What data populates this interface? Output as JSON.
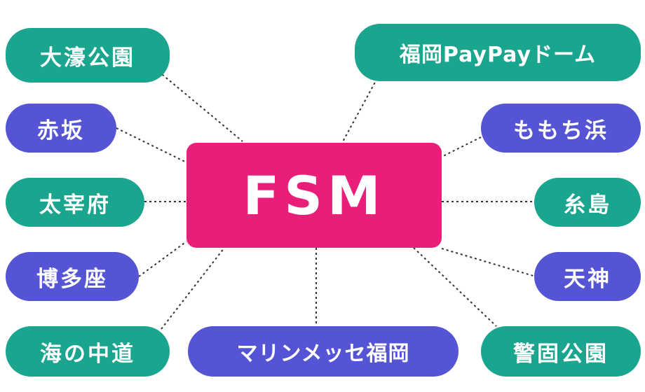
{
  "colors": {
    "center": "#e91e78",
    "teal": "#1aa58e",
    "purple": "#5454d4",
    "line": "#333333"
  },
  "center": {
    "label": "FSM"
  },
  "nodes": [
    {
      "id": "node-ohori-park",
      "label": "大濠公園",
      "color": "teal"
    },
    {
      "id": "node-akasaka",
      "label": "赤坂",
      "color": "purple"
    },
    {
      "id": "node-dazaifu",
      "label": "太宰府",
      "color": "teal"
    },
    {
      "id": "node-hakataza",
      "label": "博多座",
      "color": "purple"
    },
    {
      "id": "node-uminonakamichi",
      "label": "海の中道",
      "color": "teal"
    },
    {
      "id": "node-marine-messe",
      "label": "マリンメッセ福岡",
      "color": "purple"
    },
    {
      "id": "node-fukuoka-dome",
      "label": "福岡PayPayドーム",
      "color": "teal"
    },
    {
      "id": "node-momochihama",
      "label": "ももち浜",
      "color": "purple"
    },
    {
      "id": "node-itoshima",
      "label": "糸島",
      "color": "teal"
    },
    {
      "id": "node-tenjin",
      "label": "天神",
      "color": "purple"
    },
    {
      "id": "node-keigo-park",
      "label": "警固公園",
      "color": "teal"
    }
  ]
}
